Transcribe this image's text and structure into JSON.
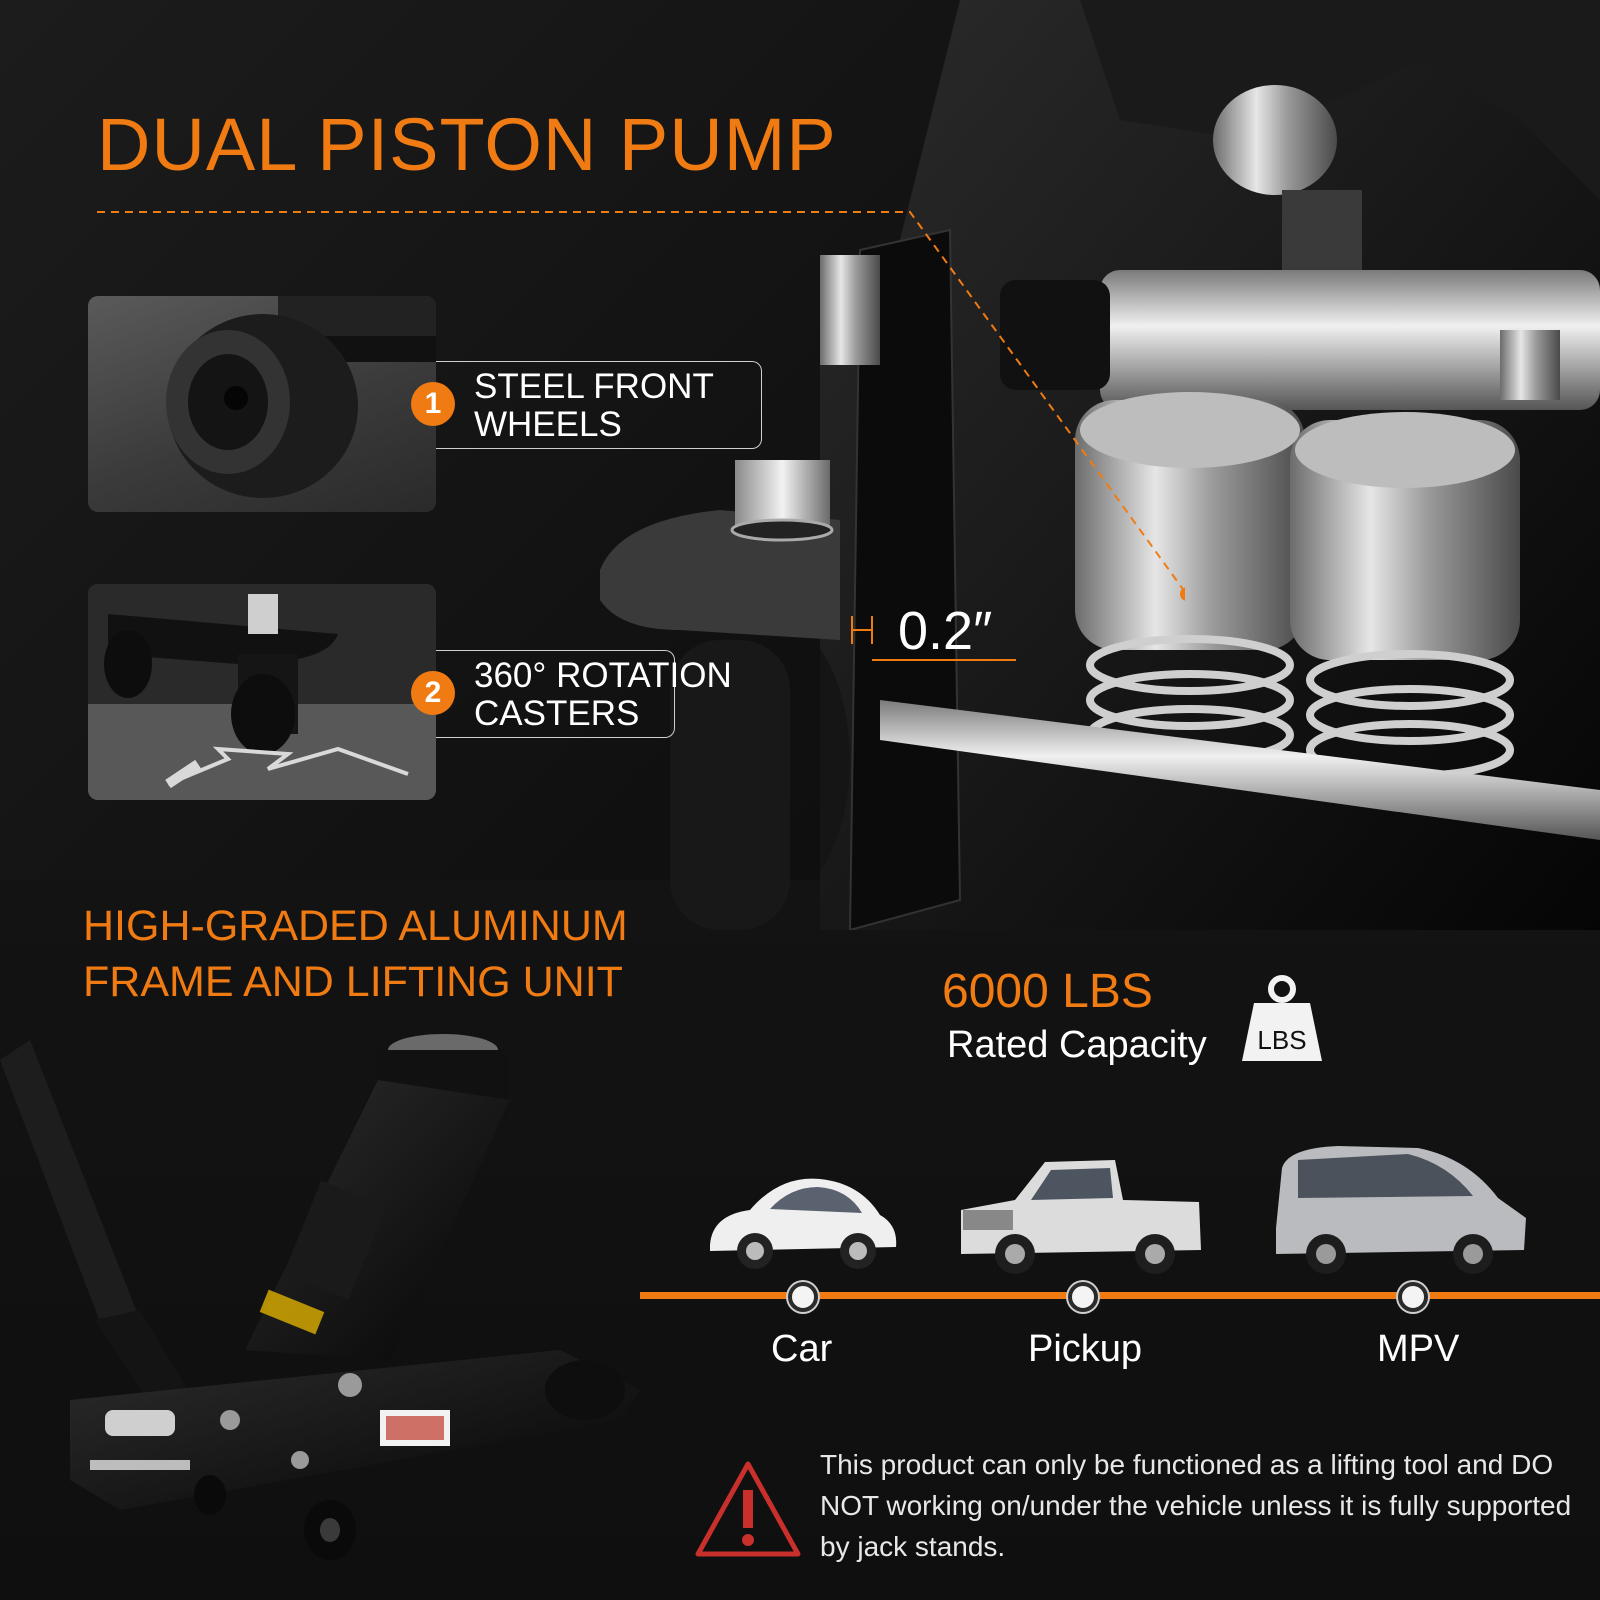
{
  "colors": {
    "accent": "#f07b12",
    "warning_red": "#c9302c",
    "text": "#ffffff",
    "panel_bg": "#141414"
  },
  "header": {
    "title": "DUAL PISTON PUMP"
  },
  "features": [
    {
      "number": "1",
      "label_line1": "STEEL FRONT",
      "label_line2": "WHEELS"
    },
    {
      "number": "2",
      "label_line1": "360° ROTATION",
      "label_line2": "CASTERS"
    }
  ],
  "measurement": {
    "value": "0.2″"
  },
  "frame": {
    "line1": "HIGH-GRADED ALUMINUM",
    "line2": "FRAME AND LIFTING UNIT"
  },
  "capacity": {
    "value": "6000 LBS",
    "label": "Rated Capacity",
    "icon_label": "LBS",
    "icon": "weight-icon"
  },
  "vehicles": [
    {
      "label": "Car",
      "icon": "car-icon"
    },
    {
      "label": "Pickup",
      "icon": "pickup-truck-icon"
    },
    {
      "label": "MPV",
      "icon": "mpv-icon"
    }
  ],
  "warning": {
    "icon": "warning-triangle-icon",
    "text": "This product can only be functioned as a lifting tool and DO NOT working on/under the vehicle unless it is fully supported by jack stands."
  }
}
